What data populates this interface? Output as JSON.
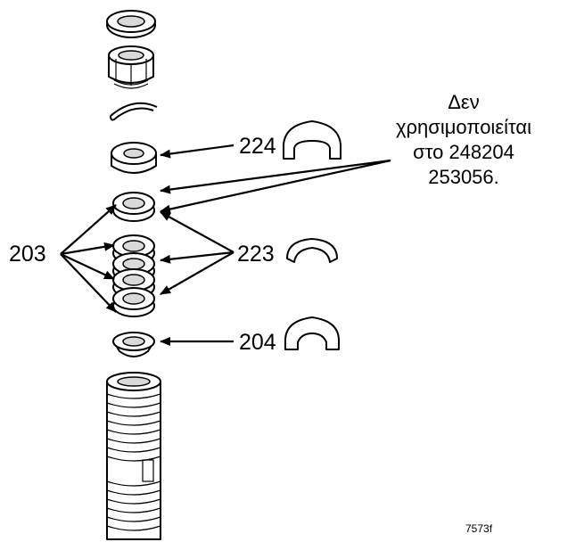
{
  "callouts": {
    "c224": "224",
    "c203": "203",
    "c223": "223",
    "c204": "204"
  },
  "note": {
    "line1": "Δεν",
    "line2": "χρησιμοποιείται",
    "line3": "στο 248204",
    "line4": "253056."
  },
  "figure_id": "7573f"
}
